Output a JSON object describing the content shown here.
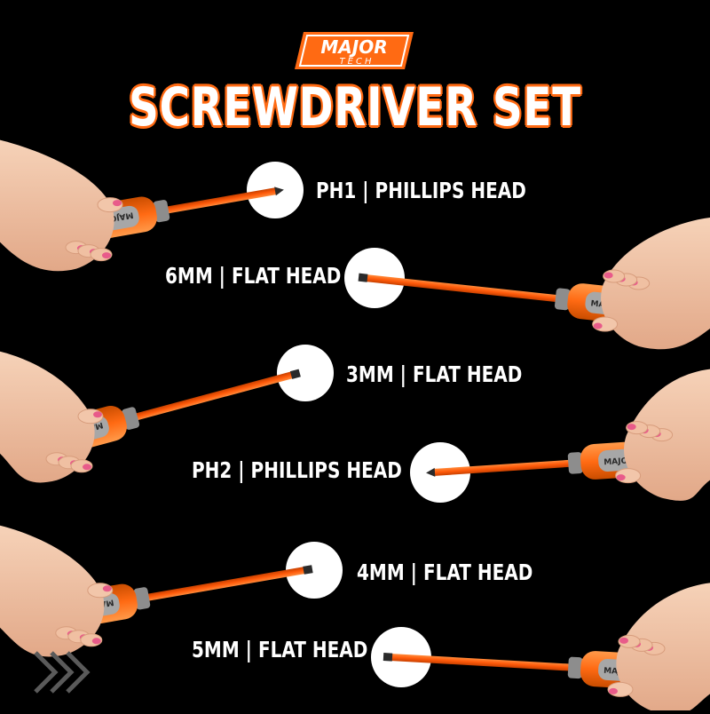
{
  "logo": {
    "text_top": "MAJOR",
    "text_bottom": "TECH",
    "color": "#ff6a13"
  },
  "title": "SCREWDRIVER SET",
  "handle_brand": "MAJOR TECH",
  "labels": [
    "PH1 | PHILLIPS HEAD",
    "6MM | FLAT HEAD",
    "3MM | FLAT HEAD",
    "PH2 | PHILLIPS HEAD",
    "4MM | FLAT HEAD",
    "5MM | FLAT HEAD"
  ],
  "colors": {
    "background": "#000000",
    "handle": "#ff6a13",
    "grip": "#9a9a9a",
    "shaft": "#ff5a0a",
    "skin": "#f3c4a6",
    "nail": "#e85b8a"
  }
}
